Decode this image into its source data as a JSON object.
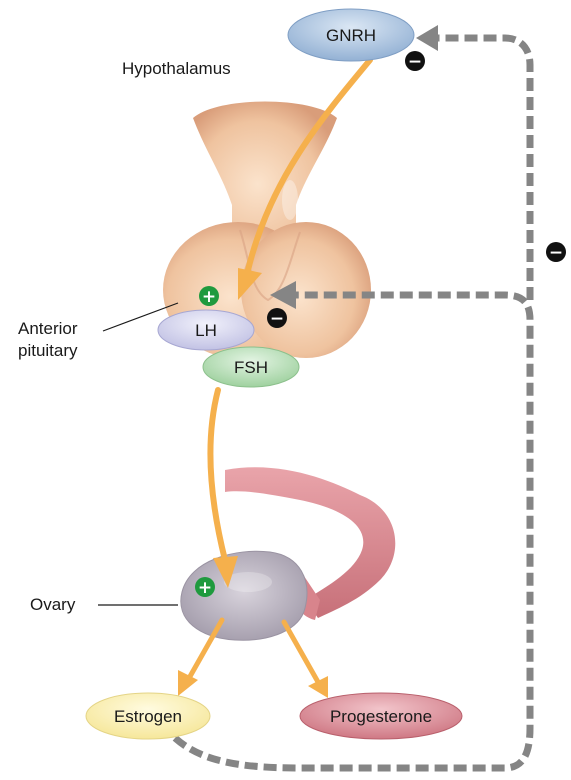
{
  "labels": {
    "hypothalamus": "Hypothalamus",
    "anterior_pituitary_line1": "Anterior",
    "anterior_pituitary_line2": "pituitary",
    "ovary": "Ovary"
  },
  "hormones": {
    "gnrh": "GNRH",
    "lh": "LH",
    "fsh": "FSH",
    "estrogen": "Estrogen",
    "progesterone": "Progesterone"
  },
  "signs": {
    "plus": "+",
    "minus": "−"
  },
  "colors": {
    "gnrh_fill": "#a9c3e0",
    "lh_fill": "#d3d3ee",
    "fsh_fill": "#b8dfb8",
    "estrogen_fill": "#fbf2b4",
    "progesterone_fill": "#db8f99",
    "stimulation_arrow": "#f5b04c",
    "feedback_arrow": "#858585",
    "plus_badge": "#1f9a3e",
    "minus_badge": "#111111",
    "tissue": "#f2c9a5",
    "ovary": "#b9b3bf",
    "tube": "#d6848c"
  }
}
